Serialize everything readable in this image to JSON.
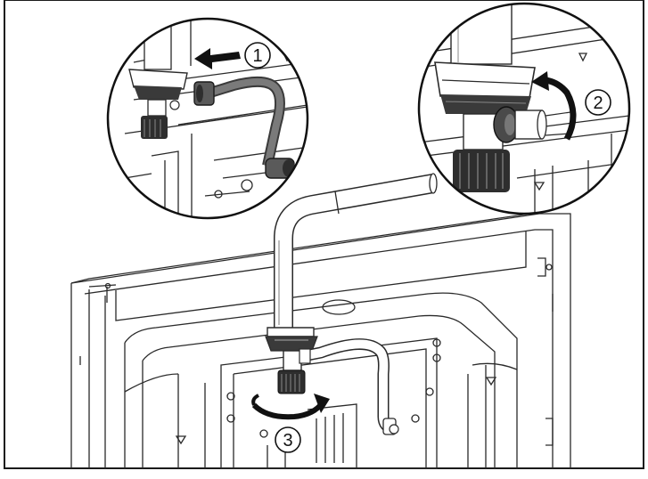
{
  "steps": [
    {
      "number": "1"
    },
    {
      "number": "2"
    },
    {
      "number": "3"
    }
  ],
  "colors": {
    "frame": "#1a1a1a",
    "pipe_highlight": "#6f6f6f",
    "line_art": "#2a2a2a",
    "background": "#ffffff"
  },
  "icons": [
    "arrow-left-icon",
    "rotate-arrow-icon",
    "rotate-arrow-icon"
  ]
}
